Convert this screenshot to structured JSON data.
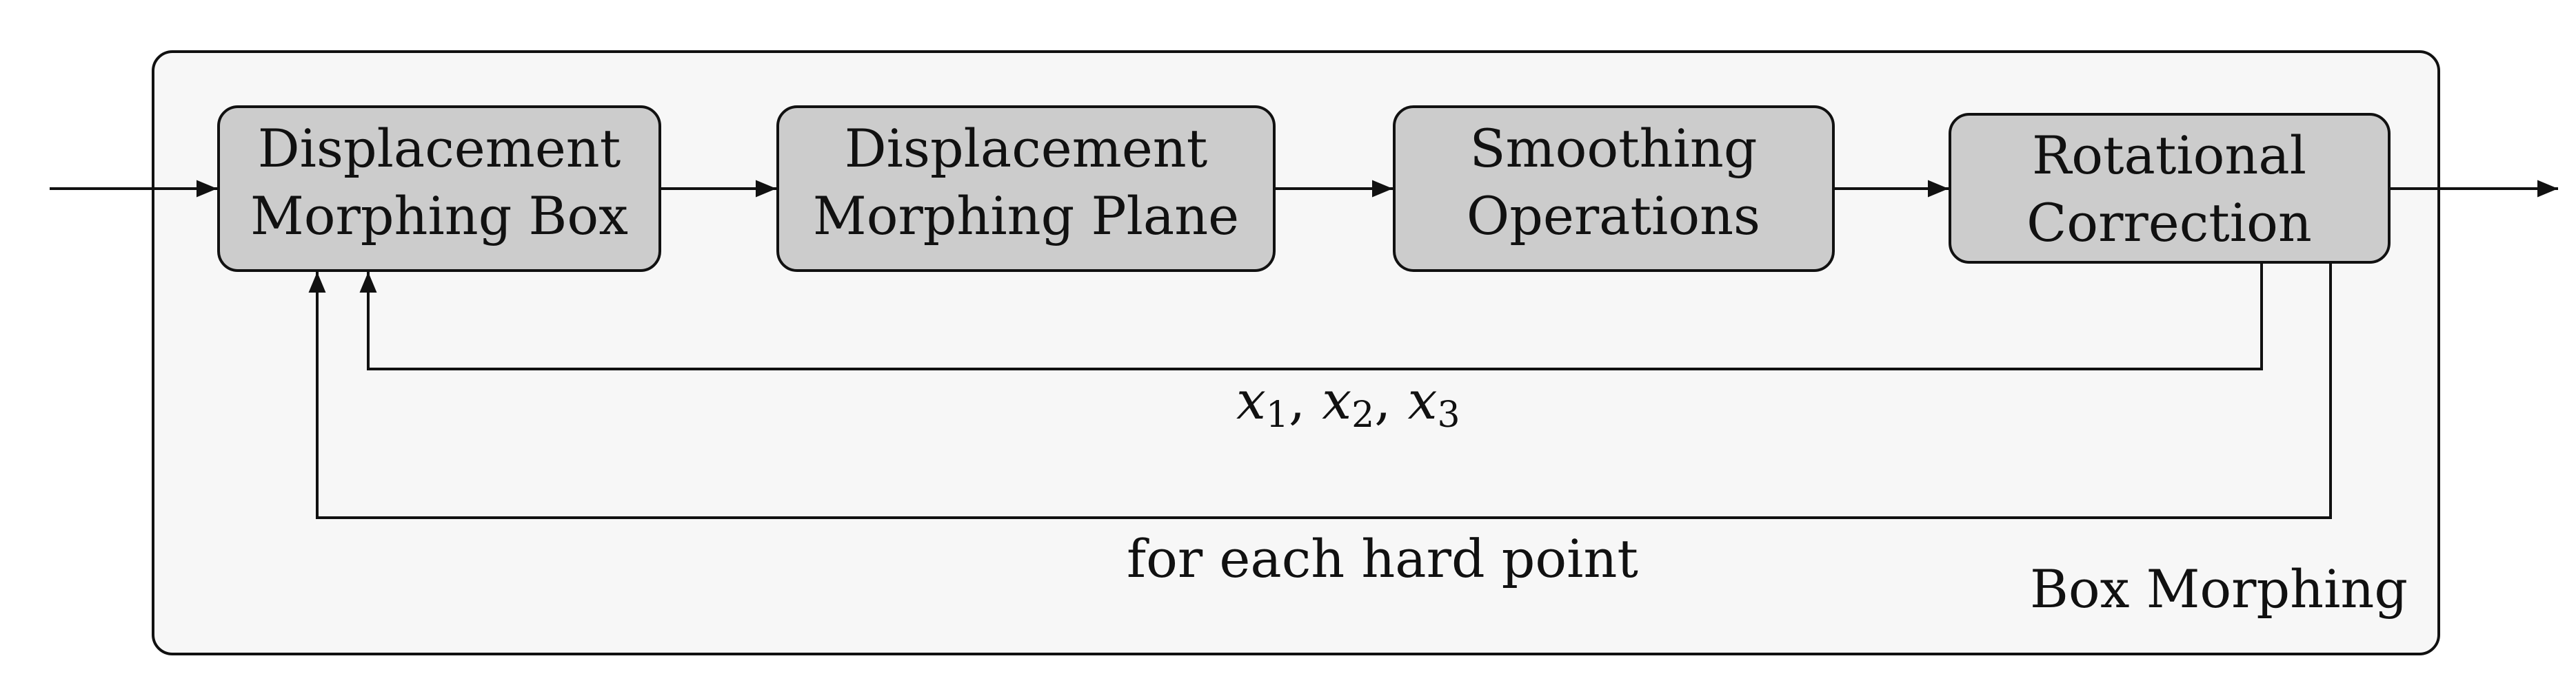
{
  "diagram": {
    "group_label": "Box Morphing",
    "boxes": [
      {
        "line1": "Displacement",
        "line2": "Morphing Box"
      },
      {
        "line1": "Displacement",
        "line2": "Morphing Plane"
      },
      {
        "line1": "Smoothing",
        "line2": "Operations"
      },
      {
        "line1": "Rotational",
        "line2": "Correction"
      }
    ],
    "loop_inner_label": {
      "v1": "x",
      "s1": "1",
      "sep1": ", ",
      "v2": "x",
      "s2": "2",
      "sep2": ", ",
      "v3": "x",
      "s3": "3"
    },
    "loop_outer_label": "for each hard point"
  },
  "colors": {
    "group_fill": "#f7f7f7",
    "box_fill": "#cccccc",
    "stroke": "#111111"
  }
}
